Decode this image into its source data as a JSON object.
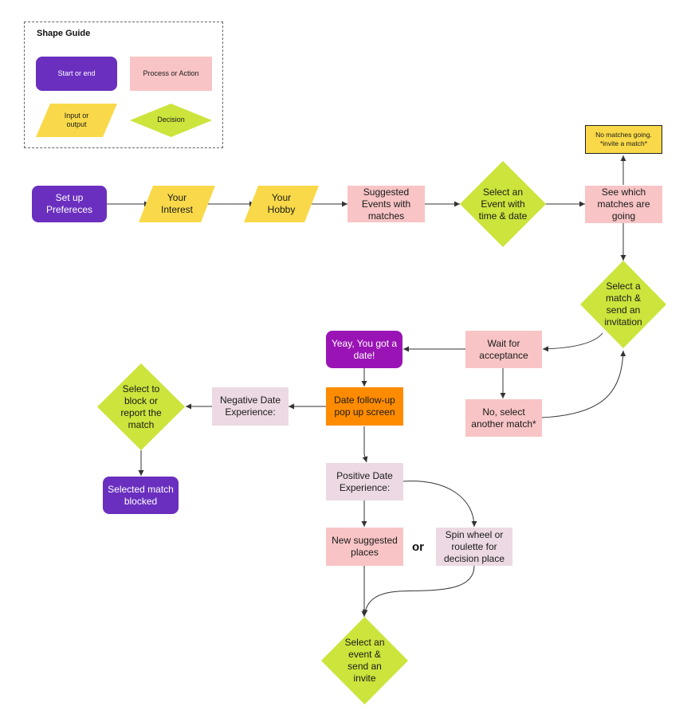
{
  "legend": {
    "title": "Shape Guide",
    "start_end": "Start or end",
    "process": "Process or Action",
    "input_output": "Input or output",
    "decision": "Decision"
  },
  "nodes": {
    "setup": "Set up Prefereces",
    "interest": "Your Interest",
    "hobby": "Your Hobby",
    "suggested_events": "Suggested Events with matches",
    "select_event": "Select an Event with time & date",
    "see_matches": "See which matches are going",
    "no_matches": "No matches going. *invite a match*",
    "select_match": "Select a match & send an invitation",
    "wait": "Wait for acceptance",
    "no_select": "No, select another match*",
    "yeay": "Yeay, You got a date!",
    "followup": "Date follow-up pop up screen",
    "negative": "Negative Date Experience:",
    "block_decision": "Select to block or report the match",
    "blocked": "Selected match blocked",
    "positive": "Positive Date Experience:",
    "new_places": "New suggested places",
    "or": "or",
    "spin": "Spin wheel or roulette for decision place",
    "final_decision": "Select an event & send an invite"
  },
  "colors": {
    "start_end": "#6a2fbf",
    "process": "#f8c4c5",
    "input_output": "#f9d949",
    "decision": "#cce43c",
    "date_result": "#9a14b5",
    "followup": "#ff8c00",
    "experience": "#ecd9e3"
  }
}
